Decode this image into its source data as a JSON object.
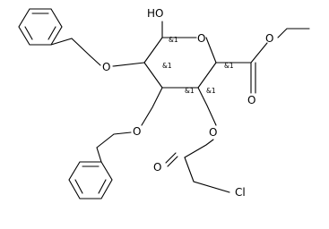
{
  "molecule": {
    "atoms": {
      "hydroxyl": "HO",
      "ring_oxygen": "O",
      "benzyloxy_oxygen_1": "O",
      "benzyloxy_oxygen_2": "O",
      "ester_carbonyl_oxygen": "O",
      "ester_oxygen": "O",
      "acyl_oxygen": "O",
      "acyl_carbonyl_oxygen": "O",
      "chlorine": "Cl"
    },
    "stereo_labels": {
      "c1": "&1",
      "c2": "&1",
      "c3": "&1",
      "c4": "&1",
      "c5": "&1"
    }
  }
}
